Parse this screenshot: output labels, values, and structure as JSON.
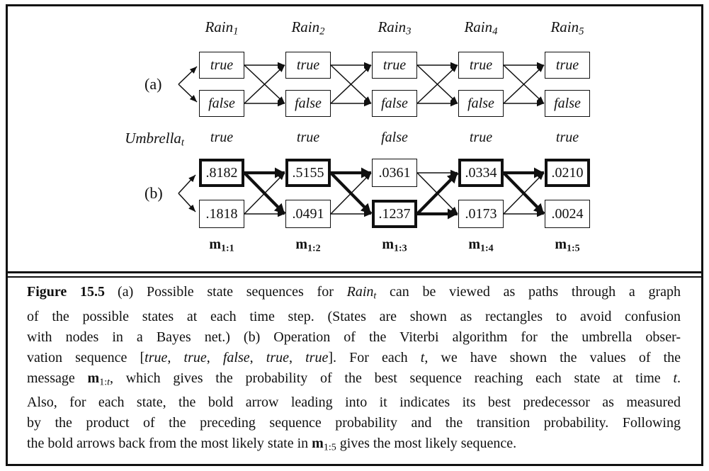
{
  "figure": {
    "part_a_label": "(a)",
    "part_b_label": "(b)",
    "rain_word": "Rain",
    "umbrella_word": "Umbrella",
    "umbrella_sub": "t",
    "m_word": "m",
    "columns": [
      {
        "index_sub": "1",
        "state_true": "true",
        "state_false": "false",
        "obs": "true",
        "m_sub": "1:1",
        "val_top": ".8182",
        "val_bottom": ".1818"
      },
      {
        "index_sub": "2",
        "state_true": "true",
        "state_false": "false",
        "obs": "true",
        "m_sub": "1:2",
        "val_top": ".5155",
        "val_bottom": ".0491"
      },
      {
        "index_sub": "3",
        "state_true": "true",
        "state_false": "false",
        "obs": "false",
        "m_sub": "1:3",
        "val_top": ".0361",
        "val_bottom": ".1237"
      },
      {
        "index_sub": "4",
        "state_true": "true",
        "state_false": "false",
        "obs": "true",
        "m_sub": "1:4",
        "val_top": ".0334",
        "val_bottom": ".0173"
      },
      {
        "index_sub": "5",
        "state_true": "true",
        "state_false": "false",
        "obs": "true",
        "m_sub": "1:5",
        "val_top": ".0210",
        "val_bottom": ".0024"
      }
    ],
    "viterbi": {
      "observations": [
        "true",
        "true",
        "false",
        "true",
        "true"
      ],
      "bold_boxes": [
        ".8182",
        ".5155",
        ".1237",
        ".0334",
        ".0210"
      ],
      "bold_arrows": [
        ".8182->.5155",
        ".8182->.0491",
        ".5155->.0361",
        ".5155->.1237",
        ".1237->.0334",
        ".1237->.0173",
        ".0334->.0210",
        ".0334->.0024"
      ]
    }
  },
  "caption": {
    "l1": [
      "Figure 15.5",
      "(a) Possible state sequences for ",
      "Rain",
      "t",
      " can be viewed as paths through a graph"
    ],
    "l2": [
      "of the possible states at each time step. (States are shown as rectangles to avoid confusion"
    ],
    "l3": [
      "with nodes in a Bayes net.) (b) Operation of the Viterbi algorithm for the umbrella obser-"
    ],
    "l4": [
      "vation sequence [",
      "true",
      ", ",
      "true",
      ", ",
      "false",
      ", ",
      "true",
      ", ",
      "true",
      "]. For each ",
      "t",
      ", we have shown the values of the"
    ],
    "l5": [
      "message ",
      "m",
      "1:",
      "t",
      ", which gives the probability of the best sequence reaching each state at time ",
      "t",
      "."
    ],
    "l6": [
      "Also, for each state, the bold arrow leading into it indicates its best predecessor as measured"
    ],
    "l7": [
      "by the product of the preceding sequence probability and the transition probability. Following"
    ],
    "l8": [
      "the bold arrows back from the most likely state in ",
      "m",
      "1:5",
      " gives the most likely sequence."
    ]
  }
}
